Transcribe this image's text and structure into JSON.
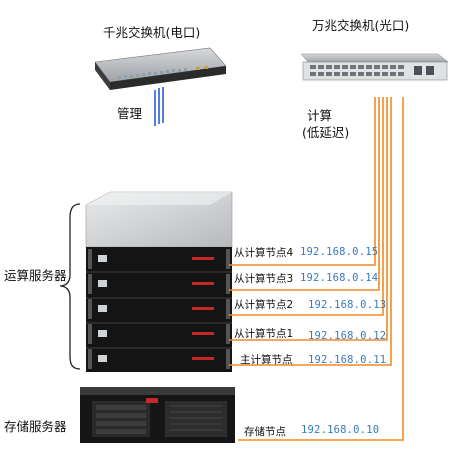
{
  "switches": {
    "gigabit_label": "千兆交换机(电口)",
    "tengig_label": "万兆交换机(光口)",
    "mgmt_label": "管理",
    "compute_label": "计算",
    "lowlat_label": "(低延迟)"
  },
  "groups": {
    "compute_servers": "运算服务器",
    "storage_servers": "存储服务器"
  },
  "nodes": [
    {
      "label": "从计算节点4",
      "ip": "192.168.0.15"
    },
    {
      "label": "从计算节点3",
      "ip": "192.168.0.14"
    },
    {
      "label": "从计算节点2",
      "ip": "192.168.0.13"
    },
    {
      "label": "从计算节点1",
      "ip": "192.168.0.12"
    },
    {
      "label": "主计算节点",
      "ip": "192.168.0.11"
    },
    {
      "label": "存储节点",
      "ip": "192.168.0.10"
    }
  ],
  "colors": {
    "fiber": "#f08a24",
    "mgmt_cable": "#2a5fd0",
    "ip_text": "#3a7bbf",
    "server_body": "#141414"
  }
}
